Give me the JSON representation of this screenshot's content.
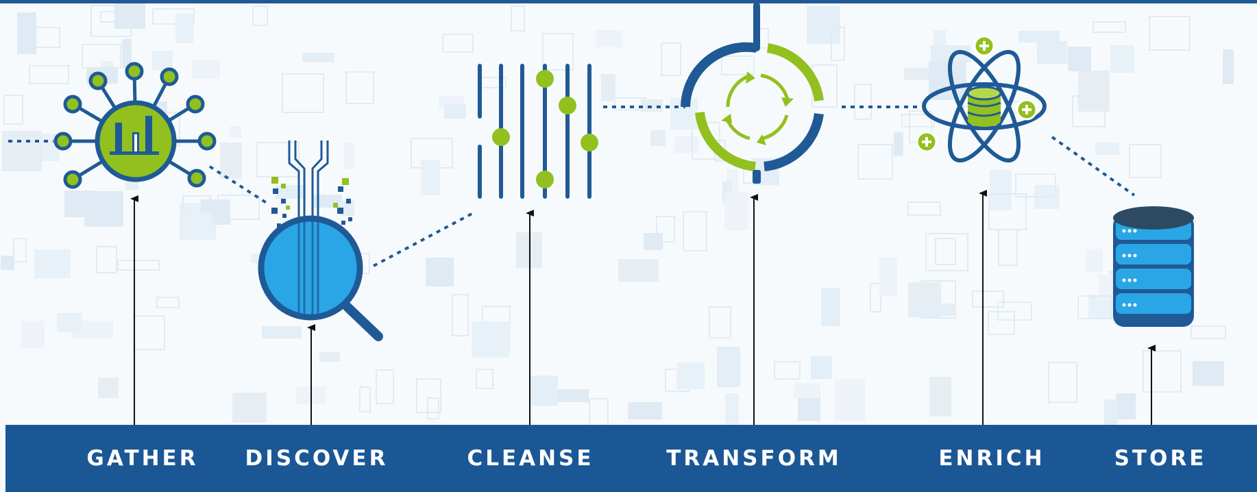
{
  "stages": [
    {
      "label": "GATHER",
      "icon": "network-hub-chart-icon"
    },
    {
      "label": "DISCOVER",
      "icon": "magnifier-circuit-icon"
    },
    {
      "label": "CLEANSE",
      "icon": "filter-sliders-icon"
    },
    {
      "label": "TRANSFORM",
      "icon": "cycle-arrows-icon"
    },
    {
      "label": "ENRICH",
      "icon": "atom-database-icon"
    },
    {
      "label": "STORE",
      "icon": "server-stack-icon"
    }
  ],
  "colors": {
    "navy": "#1f5a96",
    "bar": "#1b5795",
    "green": "#92c01f",
    "sky": "#2aa6e6",
    "background": "#f7fafc"
  }
}
